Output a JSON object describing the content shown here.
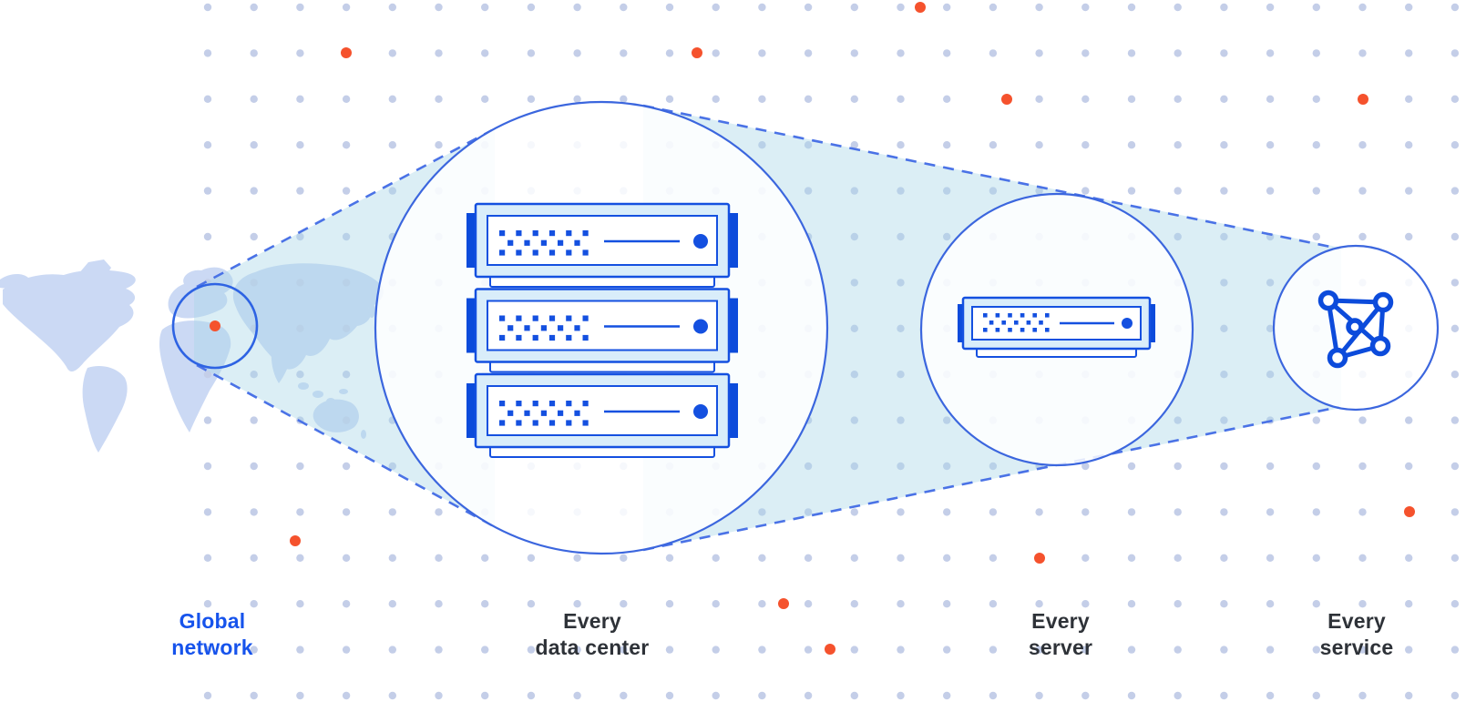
{
  "diagram_title": "Global network zoom-in diagram",
  "labels": {
    "global_network": {
      "line1": "Global",
      "line2": "network"
    },
    "every_data_center": {
      "line1": "Every",
      "line2": "data center"
    },
    "every_server": {
      "line1": "Every",
      "line2": "server"
    },
    "every_service": {
      "line1": "Every",
      "line2": "service"
    }
  },
  "colors": {
    "background": "#ffffff",
    "accent_blue": "#1450e0",
    "dark_blue": "#0c4bdb",
    "circle_stroke": "#3b66de",
    "map_circle_stroke": "#2e63e3",
    "dashed_line": "#4a72e6",
    "beam_fill": "rgba(170,215,232,0.42)",
    "circle_fill": "rgba(255,255,255,0.85)",
    "grid_dot": "#c4cee8",
    "orange": "#f5522d",
    "server_frame_fill": "#d9edfa",
    "server_panel_fill": "#ffffff",
    "map_fill": "#cbd9f4",
    "label_dark": "#2e3238",
    "label_blue": "#1653ec"
  },
  "icons": [
    "world-map",
    "highlight-circle",
    "datacenter-servers-icon",
    "server-icon",
    "mesh-network-icon",
    "dot-grid",
    "zoom-beam",
    "dashed-tangent-line"
  ]
}
